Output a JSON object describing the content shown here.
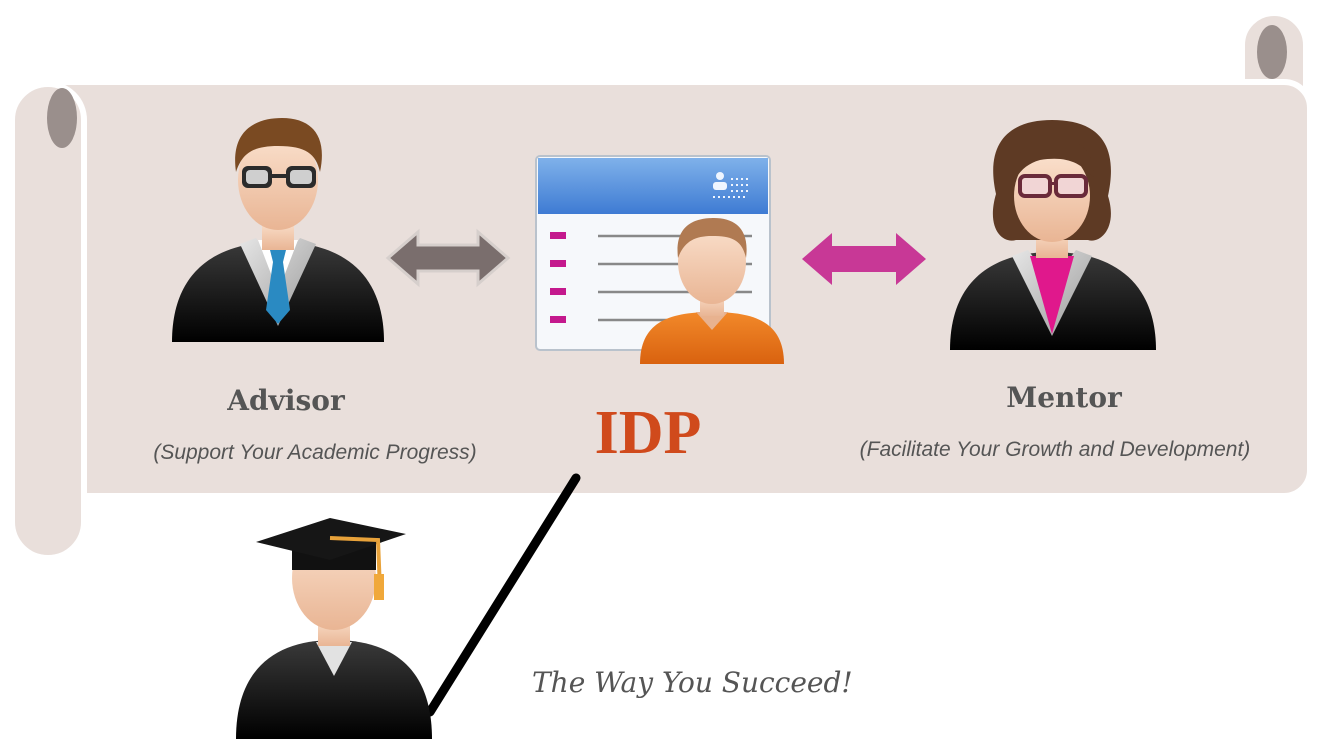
{
  "advisor": {
    "name": "Advisor",
    "role": "(Support Your Academic Progress)"
  },
  "mentor": {
    "name": "Mentor",
    "role": "(Facilitate Your Growth and Development)"
  },
  "idp": {
    "label": "IDP"
  },
  "tagline": "The Way You Succeed!",
  "colors": {
    "scroll_fill": "#e9dfdb",
    "scroll_border": "#ffffff",
    "advisor_arrow": "#7a6e6d",
    "mentor_arrow": "#c83896",
    "idp_text": "#d04a1c",
    "label_text": "#555555",
    "connector_line": "#000000"
  },
  "icons": [
    "advisor-avatar-icon",
    "mentor-avatar-icon",
    "idp-document-icon",
    "graduate-avatar-icon"
  ]
}
